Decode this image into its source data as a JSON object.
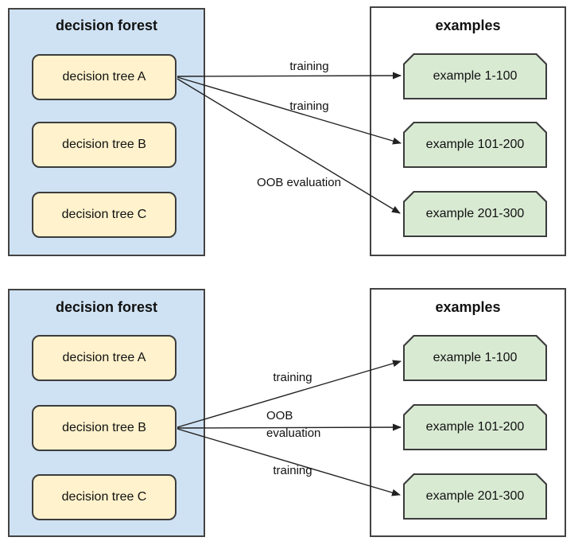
{
  "colors": {
    "forest_fill": "#cfe2f3",
    "tree_fill": "#fff2cc",
    "example_fill": "#d9ead3",
    "panel_border": "#434343",
    "box_border": "#3c3c3c",
    "arrow_color": "#212121"
  },
  "top_diagram": {
    "forest": {
      "title": "decision forest",
      "trees": [
        "decision tree A",
        "decision tree B",
        "decision tree C"
      ]
    },
    "examples": {
      "title": "examples",
      "items": [
        "example 1-100",
        "example 101-200",
        "example 201-300"
      ]
    },
    "arrows": [
      {
        "label": "training",
        "from": "decision tree A",
        "to": "example 1-100"
      },
      {
        "label": "training",
        "from": "decision tree A",
        "to": "example 101-200"
      },
      {
        "label": "OOB evaluation",
        "from": "decision tree A",
        "to": "example 201-300"
      }
    ]
  },
  "bottom_diagram": {
    "forest": {
      "title": "decision forest",
      "trees": [
        "decision tree A",
        "decision tree B",
        "decision tree C"
      ]
    },
    "examples": {
      "title": "examples",
      "items": [
        "example 1-100",
        "example 101-200",
        "example 201-300"
      ]
    },
    "arrows": [
      {
        "label": "training",
        "from": "decision tree B",
        "to": "example 1-100"
      },
      {
        "label": "OOB\nevaluation",
        "from": "decision tree B",
        "to": "example 101-200"
      },
      {
        "label": "training",
        "from": "decision tree B",
        "to": "example 201-300"
      }
    ]
  }
}
